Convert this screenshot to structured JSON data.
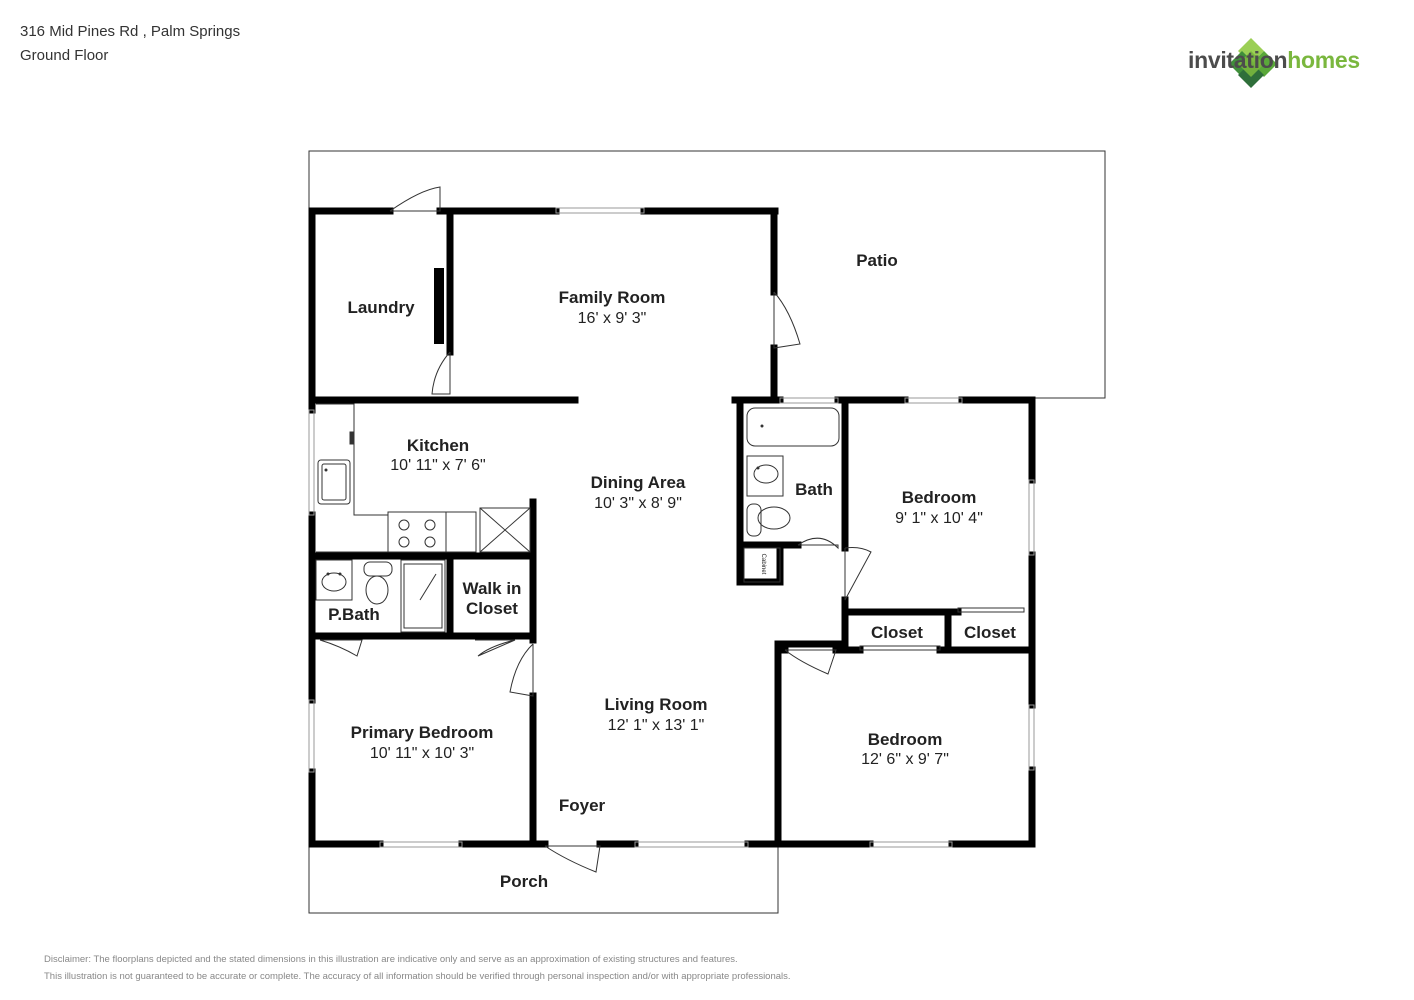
{
  "header": {
    "address": "316 Mid Pines Rd , Palm Springs",
    "floor": "Ground Floor"
  },
  "brand": {
    "name_part1": "invitation",
    "name_part2": "homes",
    "accent_color": "#7ab73e",
    "text_color": "#4c4c4c"
  },
  "rooms": {
    "patio": "Patio",
    "laundry": "Laundry",
    "family_room": {
      "name": "Family Room",
      "dims": "16' x 9' 3\""
    },
    "kitchen": {
      "name": "Kitchen",
      "dims": "10' 11\" x 7' 6\""
    },
    "dining_area": {
      "name": "Dining Area",
      "dims": "10' 3\" x 8' 9\""
    },
    "bath": "Bath",
    "cabinet": "Cabinet",
    "bedroom_ne": {
      "name": "Bedroom",
      "dims": "9' 1\" x 10' 4\""
    },
    "p_bath": "P.Bath",
    "walk_in_closet": [
      "Walk in",
      "Closet"
    ],
    "closet_1": "Closet",
    "closet_2": "Closet",
    "living_room": {
      "name": "Living Room",
      "dims": "12' 1\" x 13' 1\""
    },
    "primary_bedroom": {
      "name": "Primary Bedroom",
      "dims": "10' 11\" x 10' 3\""
    },
    "bedroom_se": {
      "name": "Bedroom",
      "dims": "12' 6\" x 9' 7\""
    },
    "foyer": "Foyer",
    "porch": "Porch"
  },
  "disclaimer": {
    "line1": "Disclaimer: The floorplans depicted and the stated dimensions in this illustration are indicative only and serve as an approximation of existing structures and features.",
    "line2": "This illustration is not guaranteed to be accurate or complete. The accuracy of all information should be verified through personal inspection and/or with appropriate professionals."
  }
}
